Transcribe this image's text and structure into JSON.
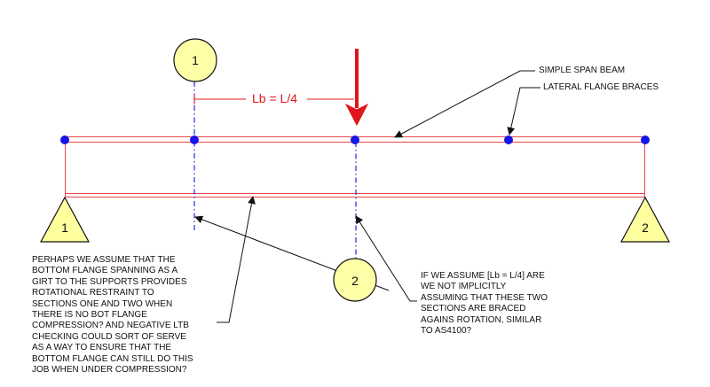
{
  "labels": {
    "simple_span_beam": "SIMPLE SPAN BEAM",
    "lateral_flange_braces": "LATERAL FLANGE BRACES",
    "lb_equation": "Lb = L/4"
  },
  "markers": {
    "section_1": "1",
    "section_2": "2",
    "support_1": "1",
    "support_2": "2"
  },
  "notes": {
    "left_lines": [
      "PERHAPS WE ASSUME THAT THE",
      "BOTTOM FLANGE SPANNING AS A",
      "GIRT TO THE SUPPORTS PROVIDES",
      "ROTATIONAL RESTRAINT TO",
      "SECTIONS ONE AND TWO WHEN",
      "THERE IS NO BOT FLANGE",
      "COMPRESSION?  AND NEGATIVE LTB",
      "CHECKING COULD SORT OF SERVE",
      "AS A WAY TO ENSURE THAT THE",
      "BOTTOM FLANGE CAN STILL DO THIS",
      "JOB WHEN UNDER COMPRESSION?"
    ],
    "right_lines": [
      "IF WE ASSUME [Lb = L/4] ARE",
      "WE NOT IMPLICITLY",
      "ASSUMING THAT THESE TWO",
      "SECTIONS ARE BRACED",
      "AGAINS ROTATION, SIMILAR",
      "TO AS4100?"
    ]
  },
  "colors": {
    "beam_outline": "#e8484c",
    "load_arrow": "#e0141b",
    "brace_dot": "#1414e6",
    "section_line": "#1f2fd6",
    "bubble_fill": "#ffffa8",
    "support_fill": "#ffff9e",
    "ink": "#111111"
  }
}
